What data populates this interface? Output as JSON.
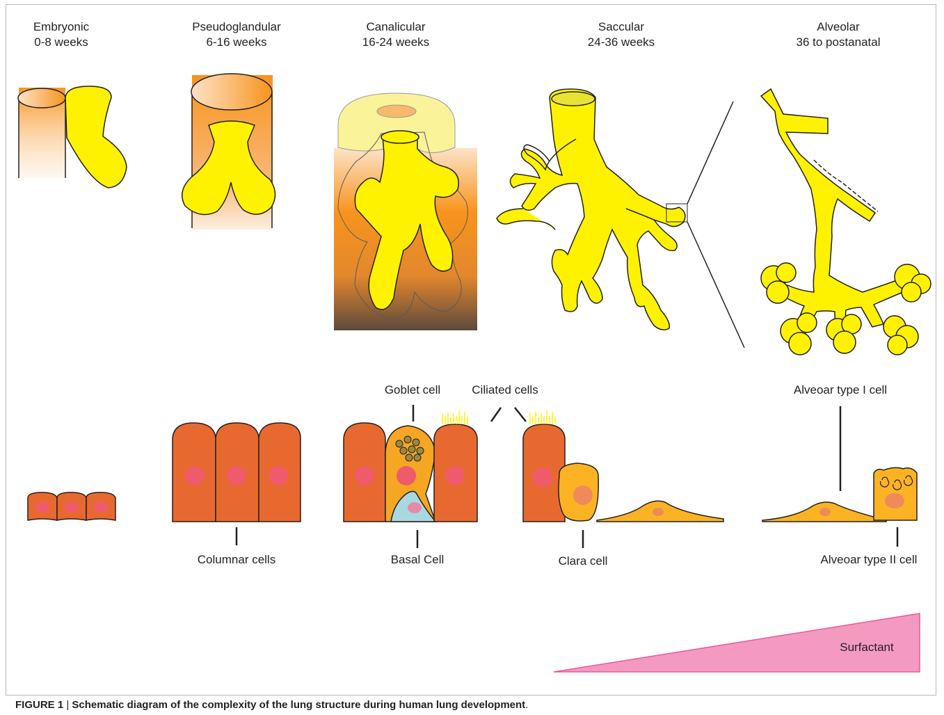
{
  "stages": [
    {
      "name": "Embryonic",
      "range": "0-8 weeks"
    },
    {
      "name": "Pseudoglandular",
      "range": "6-16 weeks"
    },
    {
      "name": "Canalicular",
      "range": "16-24 weeks"
    },
    {
      "name": "Saccular",
      "range": "24-36 weeks"
    },
    {
      "name": "Alveolar",
      "range": "36 to postanatal"
    }
  ],
  "cell_labels": {
    "goblet": "Goblet cell",
    "ciliated": "Ciliated cells",
    "alveolar_type_1": "Alveoar type I cell",
    "columnar": "Columnar cells",
    "basal": "Basal Cell",
    "clara": "Clara cell",
    "alveolar_type_2": "Alveoar type II cell"
  },
  "surfactant_label": "Surfactant",
  "caption": {
    "prefix": "FIGURE 1",
    "separator": " | ",
    "text": "Schematic diagram of the complexity of the lung structure during human lung development",
    "suffix": "."
  },
  "colors": {
    "airway_yellow": "#fff200",
    "mesenchyme_orange": "#f7941d",
    "epithelial_cell": "#e8692f",
    "nucleus": "#ef5b6b",
    "goblet_cell": "#f5a623",
    "basal_cell": "#a9d9e0",
    "clara_cell": "#fbb323",
    "surfactant_pink": "#f49ac1"
  }
}
